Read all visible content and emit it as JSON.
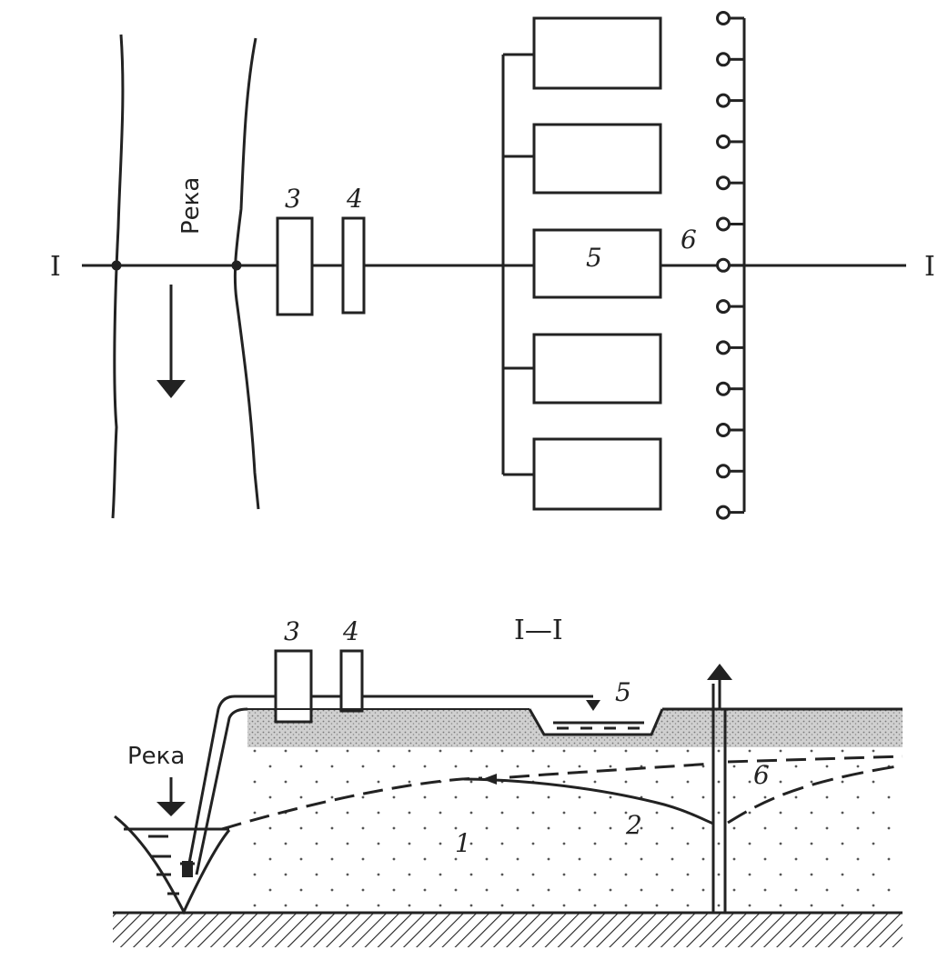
{
  "plan_view": {
    "section_mark_left": "I",
    "section_mark_right": "I",
    "river_label": "Река",
    "label_3": "3",
    "label_4": "4",
    "label_5": "5",
    "label_6": "6"
  },
  "section_view": {
    "title": "I—I",
    "river_label": "Река",
    "label_1": "1",
    "label_2": "2",
    "label_3": "3",
    "label_4": "4",
    "label_5": "5",
    "label_6": "6"
  },
  "colors": {
    "ink": "#222222",
    "sand": "#bdbdbd",
    "background": "#ffffff"
  }
}
